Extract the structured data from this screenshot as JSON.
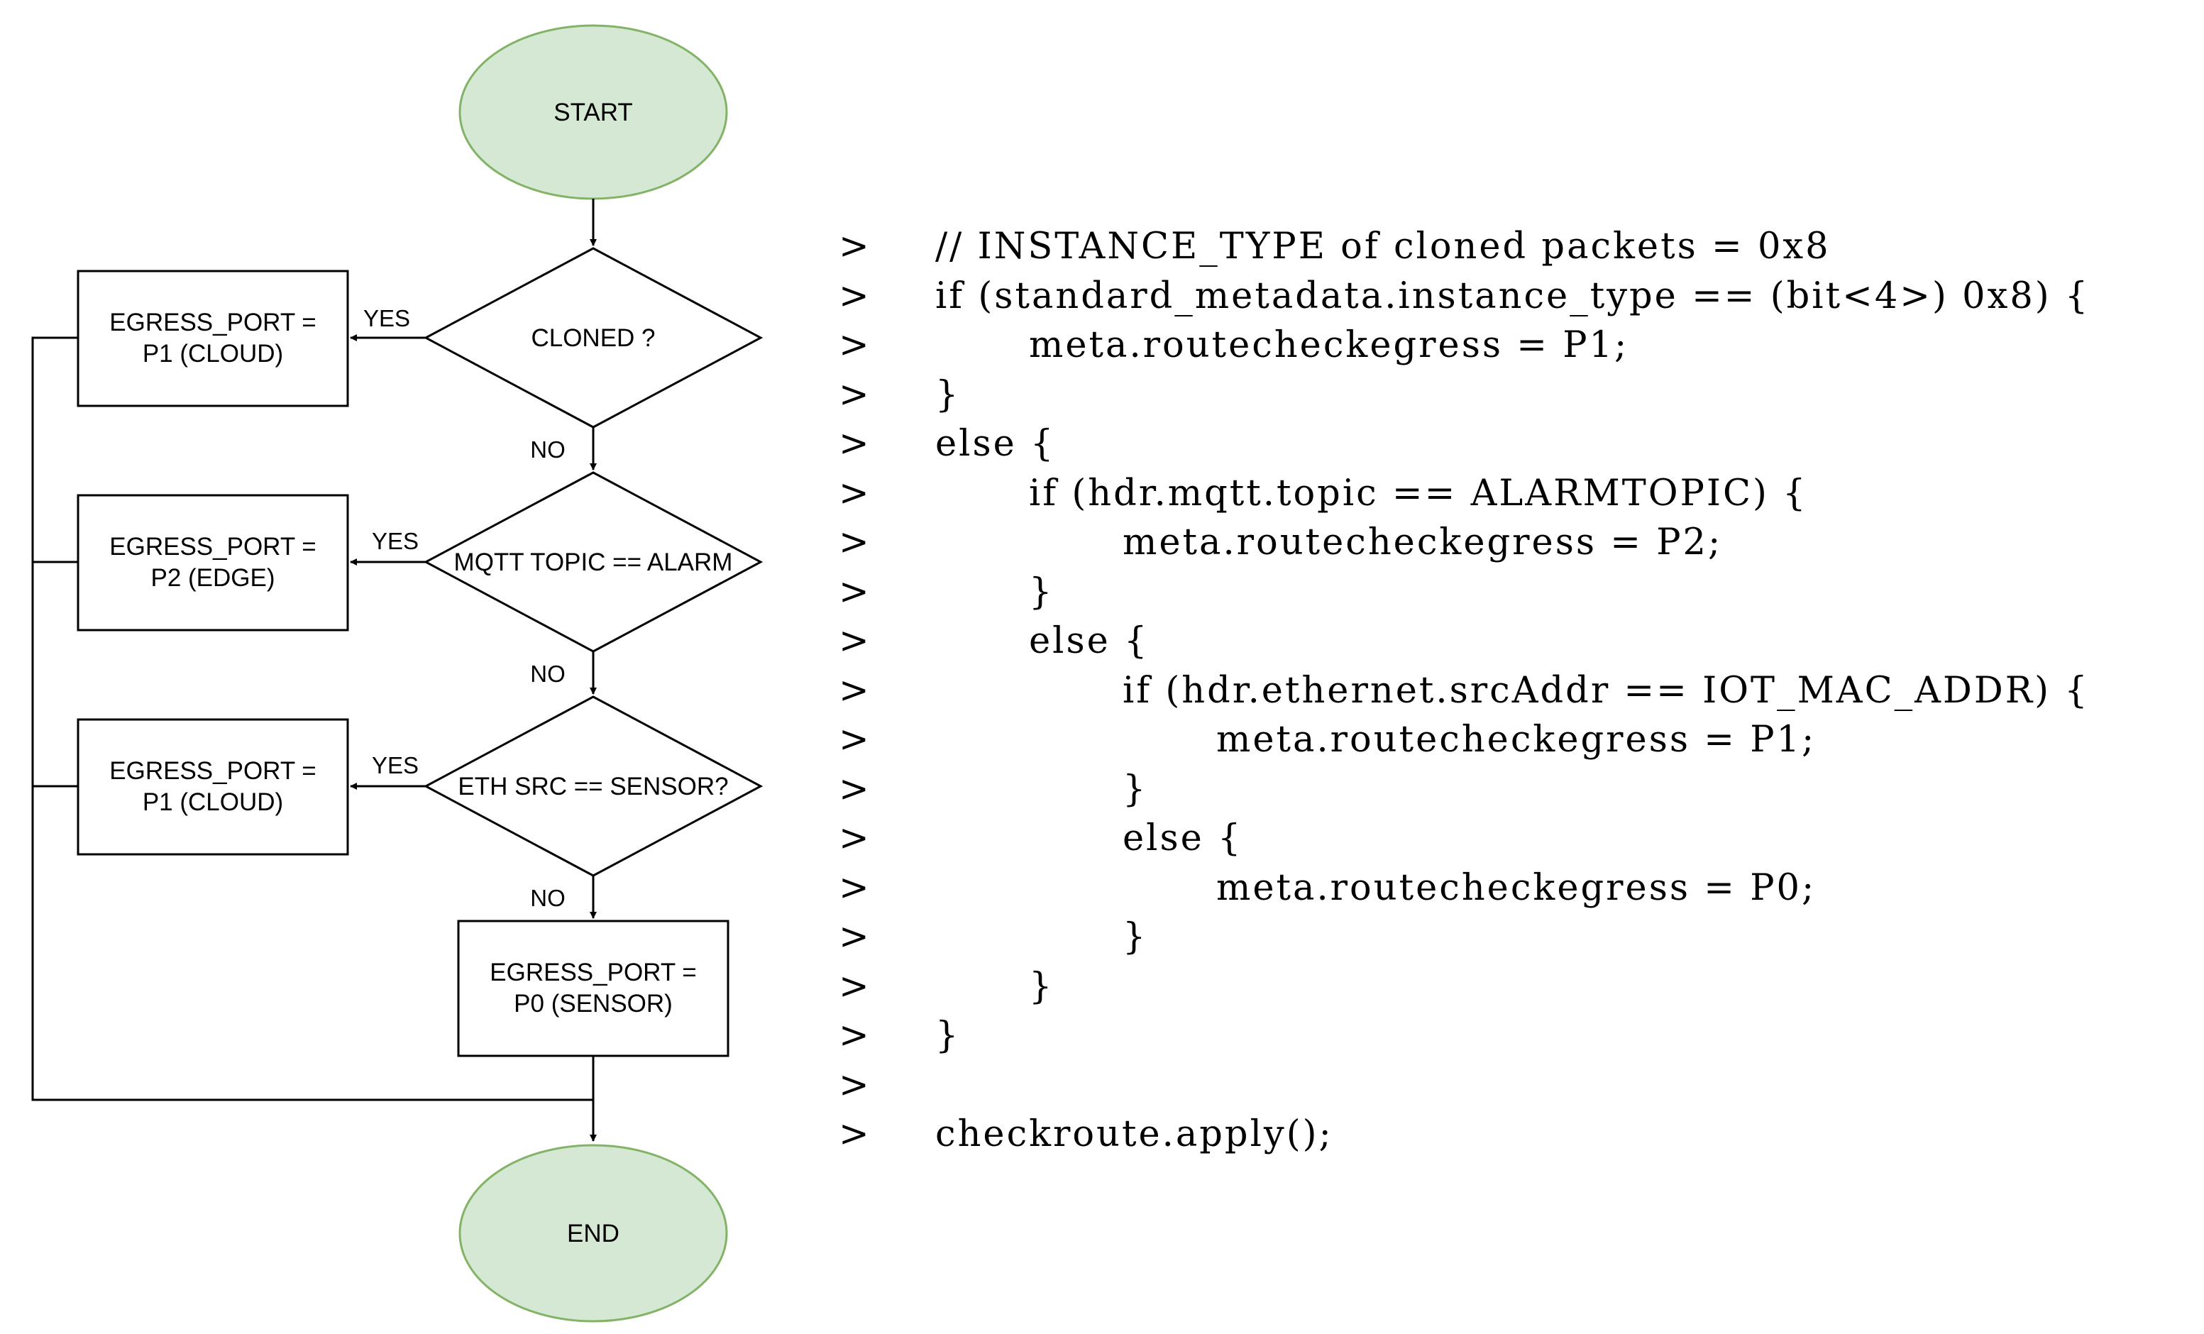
{
  "flowchart": {
    "start": "START",
    "end": "END",
    "decisions": [
      "CLONED ?",
      "MQTT TOPIC == ALARM",
      "ETH SRC == SENSOR?"
    ],
    "outputs": [
      [
        "EGRESS_PORT =",
        "P1 (CLOUD)"
      ],
      [
        "EGRESS_PORT =",
        "P2 (EDGE)"
      ],
      [
        "EGRESS_PORT =",
        "P1 (CLOUD)"
      ],
      [
        "EGRESS_PORT =",
        "P0 (SENSOR)"
      ]
    ],
    "yes_label": "YES",
    "no_label": "NO",
    "colors": {
      "terminal_fill": "#d5e8d4",
      "terminal_stroke": "#82b366",
      "line": "#000000"
    }
  },
  "code": {
    "prompt": ">",
    "lines": [
      "// INSTANCE_TYPE of cloned packets = 0x8",
      "if (standard_metadata.instance_type == (bit<4>) 0x8) {",
      "meta.routecheckegress = P1;",
      "}",
      "else {",
      "if (hdr.mqtt.topic == ALARMTOPIC) {",
      "meta.routecheckegress = P2;",
      "}",
      "else {",
      "if (hdr.ethernet.srcAddr == IOT_MAC_ADDR) {",
      "meta.routecheckegress = P1;",
      "}",
      "else {",
      "meta.routecheckegress = P0;",
      "}",
      "}",
      "}",
      "",
      "checkroute.apply();"
    ]
  }
}
